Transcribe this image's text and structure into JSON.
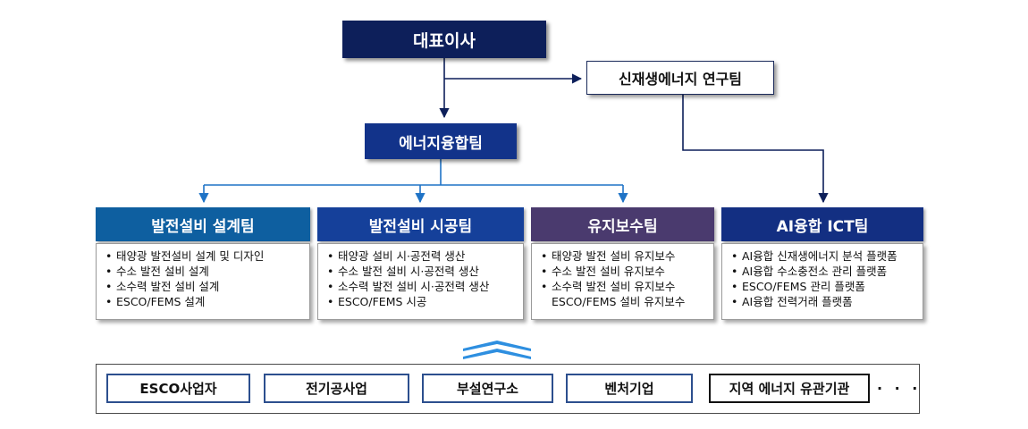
{
  "ceo": {
    "label": "대표이사"
  },
  "lab": {
    "label": "신재생에너지 연구팀"
  },
  "fusion": {
    "label": "에너지융합팀"
  },
  "teams": [
    {
      "title": "발전설비 설계팀",
      "color": "#0e5fa0",
      "items": [
        "태양광 발전설비 설계 및 디자인",
        "수소 발전 설비 설계",
        "소수력 발전 설비 설계",
        "ESCO/FEMS 설계"
      ]
    },
    {
      "title": "발전설비 시공팀",
      "color": "#15409a",
      "items": [
        "태양광 설비 시·공전력 생산",
        "수소 발전 설비 시·공전력 생산",
        "소수력 발전 설비 시·공전력 생산",
        "ESCO/FEMS 시공"
      ]
    },
    {
      "title": "유지보수팀",
      "color": "#4a3a6e",
      "items": [
        "태양광 발전 설비 유지보수",
        "수소 발전 설비 유지보수",
        "소수력 발전 설비 유지보수"
      ],
      "continuation": "ESCO/FEMS 설비 유지보수"
    },
    {
      "title": "AI융합 ICT팀",
      "color": "#132f82",
      "items": [
        "AI융합 신재생에너지 분석 플랫폼",
        "AI융합 수소충전소 관리 플랫폼",
        "ESCO/FEMS 관리 플랫폼",
        "AI융합 전력거래 플랫폼"
      ]
    }
  ],
  "partners": {
    "items": [
      "ESCO사업자",
      "전기공사업",
      "부설연구소",
      "벤처기업",
      "지역 에너지 유관기관"
    ],
    "more": "· · ·"
  },
  "colors": {
    "line": "#0d1f5a",
    "team_line": "#1f73c6",
    "partner_border": "#2c4f8e"
  }
}
